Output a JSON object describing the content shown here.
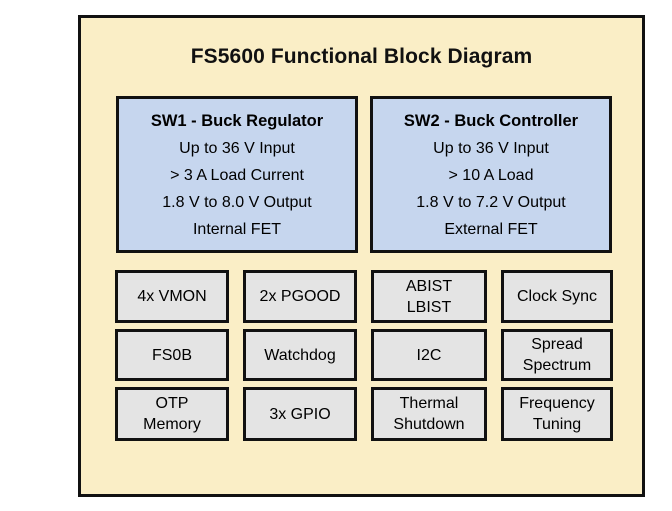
{
  "diagram": {
    "title": "FS5600 Functional Block Diagram",
    "colors": {
      "frame_background": "#faeec6",
      "frame_border": "#111111",
      "switcher_block_fill": "#c6d6ee",
      "feature_block_fill": "#e4e4e4",
      "page_background": "#ffffff"
    },
    "switcher_blocks": [
      {
        "heading": "SW1 - Buck Regulator",
        "lines": [
          "Up to 36 V Input",
          "> 3 A Load Current",
          "1.8 V to 8.0 V Output",
          "Internal FET"
        ]
      },
      {
        "heading": "SW2 - Buck Controller",
        "lines": [
          "Up to 36 V Input",
          "> 10 A Load",
          "1.8 V to 7.2 V Output",
          "External FET"
        ]
      }
    ],
    "feature_blocks": [
      {
        "lines": [
          "4x VMON"
        ]
      },
      {
        "lines": [
          "2x PGOOD"
        ]
      },
      {
        "lines": [
          "ABIST",
          "LBIST"
        ]
      },
      {
        "lines": [
          "Clock Sync"
        ]
      },
      {
        "lines": [
          "FS0B"
        ]
      },
      {
        "lines": [
          "Watchdog"
        ]
      },
      {
        "lines": [
          "I2C"
        ]
      },
      {
        "lines": [
          "Spread",
          "Spectrum"
        ]
      },
      {
        "lines": [
          "OTP",
          "Memory"
        ]
      },
      {
        "lines": [
          "3x GPIO"
        ]
      },
      {
        "lines": [
          "Thermal",
          "Shutdown"
        ]
      },
      {
        "lines": [
          "Frequency",
          "Tuning"
        ]
      }
    ]
  }
}
